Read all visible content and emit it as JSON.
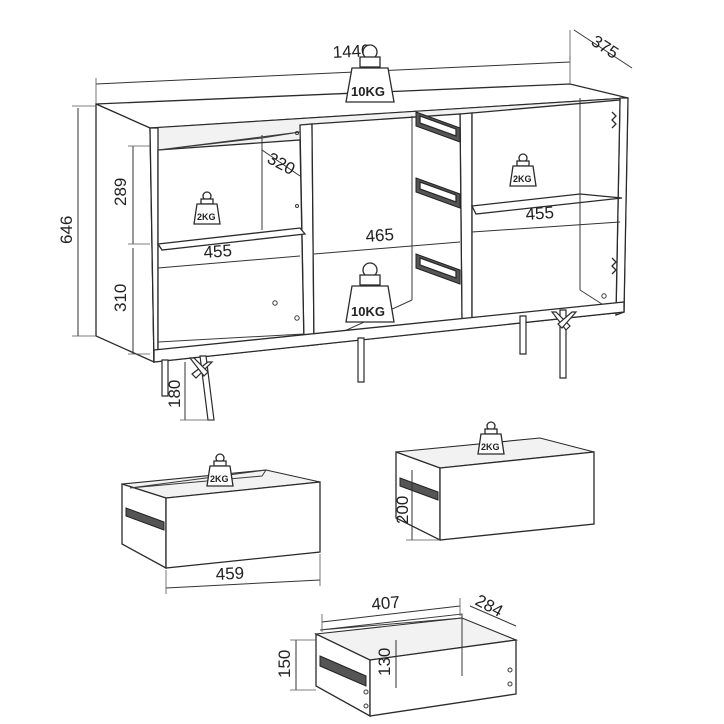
{
  "dimensions": {
    "width": "1440",
    "depth": "375",
    "height": "646",
    "leg_height": "180",
    "upper_shelf_height": "289",
    "lower_shelf_height": "310",
    "shelf_depth": "320",
    "left_compartment_width": "455",
    "middle_compartment_width": "465",
    "right_compartment_width": "455",
    "drawer_large_width": "459",
    "drawer_large_height": "200",
    "drawer_small_width": "407",
    "drawer_small_depth": "284",
    "drawer_small_outer_height": "150",
    "drawer_small_inner_height": "130"
  },
  "weights": {
    "top_label": "10KG",
    "middle_shelf_label": "10KG",
    "left_shelf_label": "2KG",
    "right_shelf_label": "2KG",
    "drawer_left_label": "2KG",
    "drawer_right_label": "2KG"
  }
}
